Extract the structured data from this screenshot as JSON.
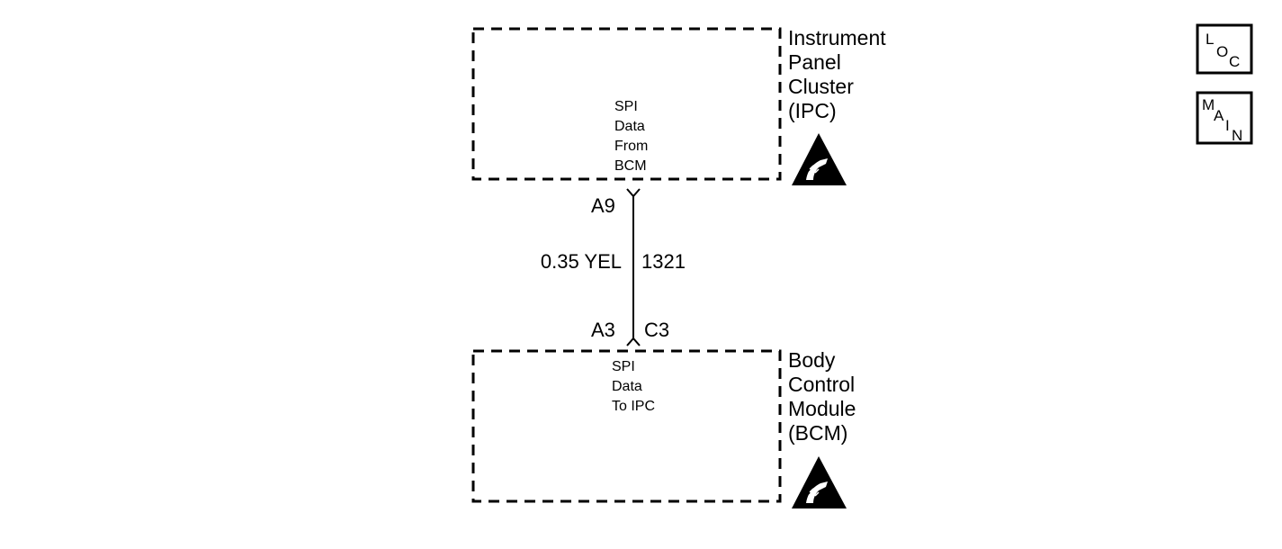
{
  "components": {
    "ipc": {
      "name_lines": [
        "Instrument",
        "Panel",
        "Cluster",
        "(IPC)"
      ],
      "signal_lines": [
        "SPI",
        "Data",
        "From",
        "BCM"
      ],
      "connector_pin": "A9",
      "esd_icon": "esd-sensitive-icon"
    },
    "bcm": {
      "name_lines": [
        "Body",
        "Control",
        "Module",
        "(BCM)"
      ],
      "signal_lines": [
        "SPI",
        "Data",
        "To IPC"
      ],
      "connector_pin": "A3",
      "connector_id": "C3",
      "esd_icon": "esd-sensitive-icon"
    }
  },
  "wire": {
    "gauge_color": "0.35 YEL",
    "circuit_number": "1321"
  },
  "nav": {
    "loc": {
      "letters": [
        "L",
        "O",
        "C"
      ],
      "icon": "loc-button-icon"
    },
    "main": {
      "letters": [
        "M",
        "A",
        "I",
        "N"
      ],
      "icon": "main-button-icon"
    }
  },
  "colors": {
    "ink": "#000000",
    "background": "#ffffff"
  }
}
